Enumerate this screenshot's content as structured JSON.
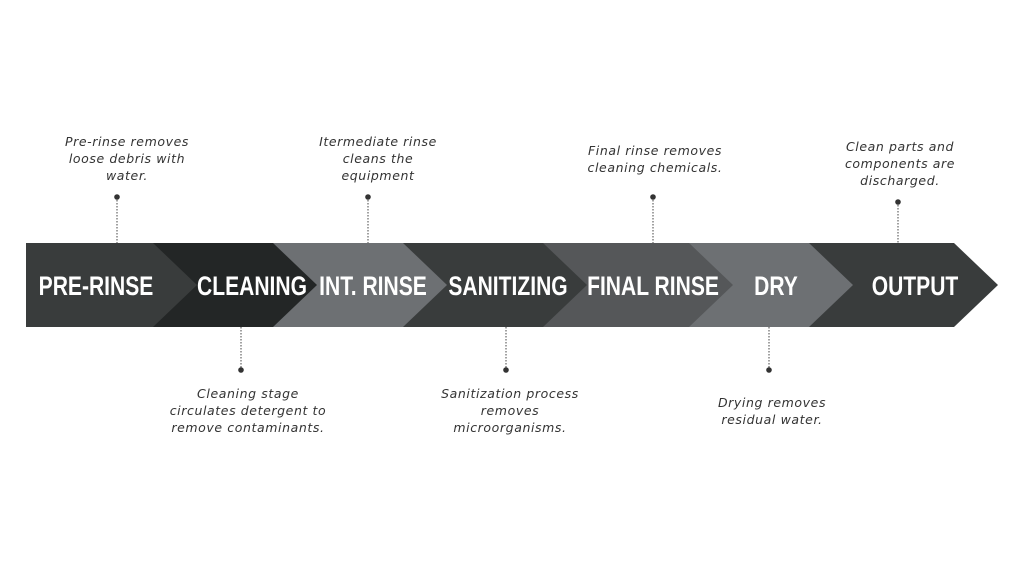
{
  "title": "Process steps",
  "colors": {
    "dark": "#393c3c",
    "darkest": "#232626",
    "mid": "#555759",
    "light": "#6d7073",
    "text": "#333333"
  },
  "steps": [
    {
      "label": "PRE-RINSE",
      "note": "Pre-rinse removes\nloose debris with\nwater.",
      "color": "#393c3c"
    },
    {
      "label": "CLEANING",
      "note": "Cleaning stage\ncirculates detergent to\nremove contaminants.",
      "color": "#232626"
    },
    {
      "label": "INT. RINSE",
      "note": "Itermediate rinse\ncleans the\nequipment",
      "color": "#6d7073"
    },
    {
      "label": "SANITIZING",
      "note": "Sanitization process\nremoves\nmicroorganisms.",
      "color": "#393c3c"
    },
    {
      "label": "FINAL RINSE",
      "note": "Final rinse removes\ncleaning chemicals.",
      "color": "#555759"
    },
    {
      "label": "DRY",
      "note": "Drying removes\nresidual water.",
      "color": "#6d7073"
    },
    {
      "label": "OUTPUT",
      "note": "Clean parts and\ncomponents are\ndischarged.",
      "color": "#393c3c"
    }
  ]
}
